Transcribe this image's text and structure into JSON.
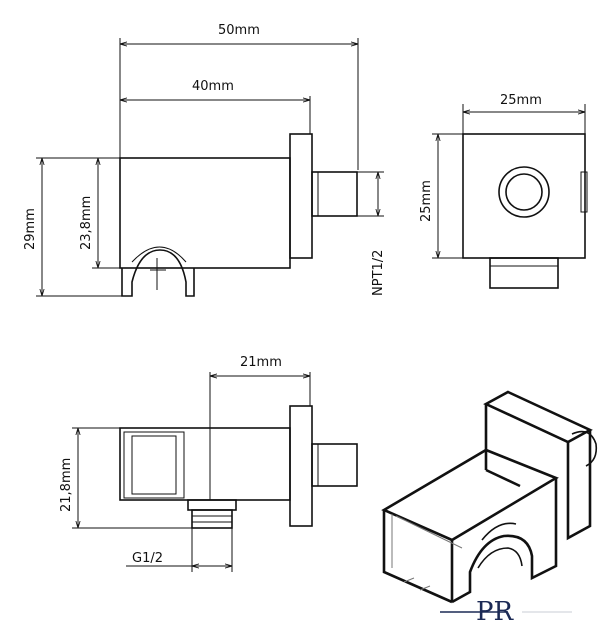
{
  "drawing": {
    "labels": {
      "total_length": "50mm",
      "body_length": "40mm",
      "square_width": "25mm",
      "square_height": "25mm",
      "overall_height": "29mm",
      "body_height": "23,8mm",
      "thread_outlet": "NPT1/2",
      "bottom_offset": "21mm",
      "bottom_height": "21,8mm",
      "thread_inlet": "G1/2"
    }
  },
  "logo": {
    "mark": "PR",
    "color": "#1c2a55"
  }
}
